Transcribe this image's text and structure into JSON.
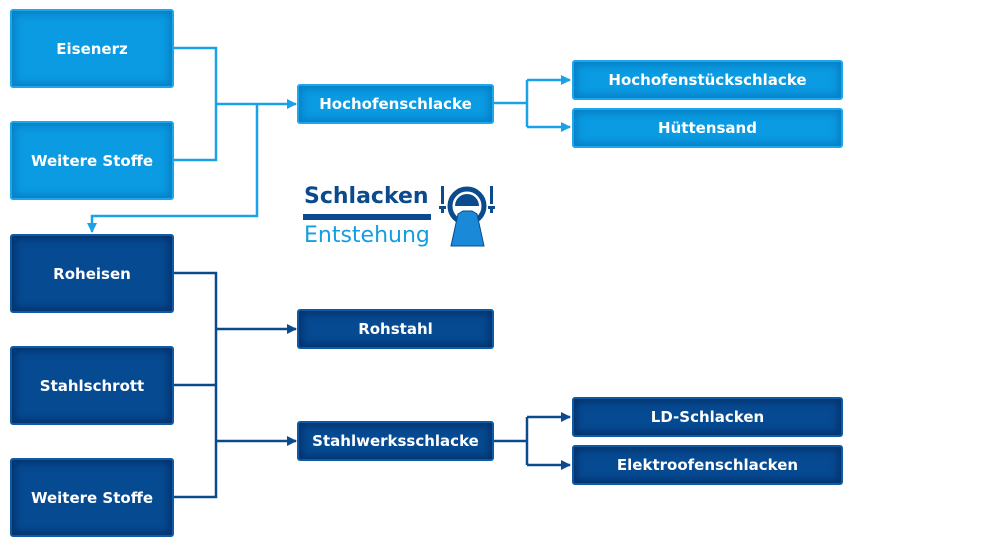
{
  "colors": {
    "light_blue": "#0a9be2",
    "dark_blue": "#064a92",
    "light_line": "#1aa1e6",
    "dark_line": "#0b4a8d"
  },
  "title": {
    "main": "Schlacken",
    "sub": "Entstehung",
    "icon": "converter-ladle-icon"
  },
  "blast_furnace_route": {
    "inputs": [
      "Eisenerz",
      "Weitere Stoffe"
    ],
    "product": "Hochofenschlacke",
    "outputs": [
      "Hochofenstückschlacke",
      "Hüttensand"
    ],
    "byproduct_to": "Roheisen"
  },
  "steelworks_route": {
    "inputs": [
      "Roheisen",
      "Stahlschrott",
      "Weitere Stoffe"
    ],
    "products": [
      "Rohstahl",
      "Stahlwerksschlacke"
    ],
    "outputs": [
      "LD-Schlacken",
      "Elektroofenschlacken"
    ]
  }
}
